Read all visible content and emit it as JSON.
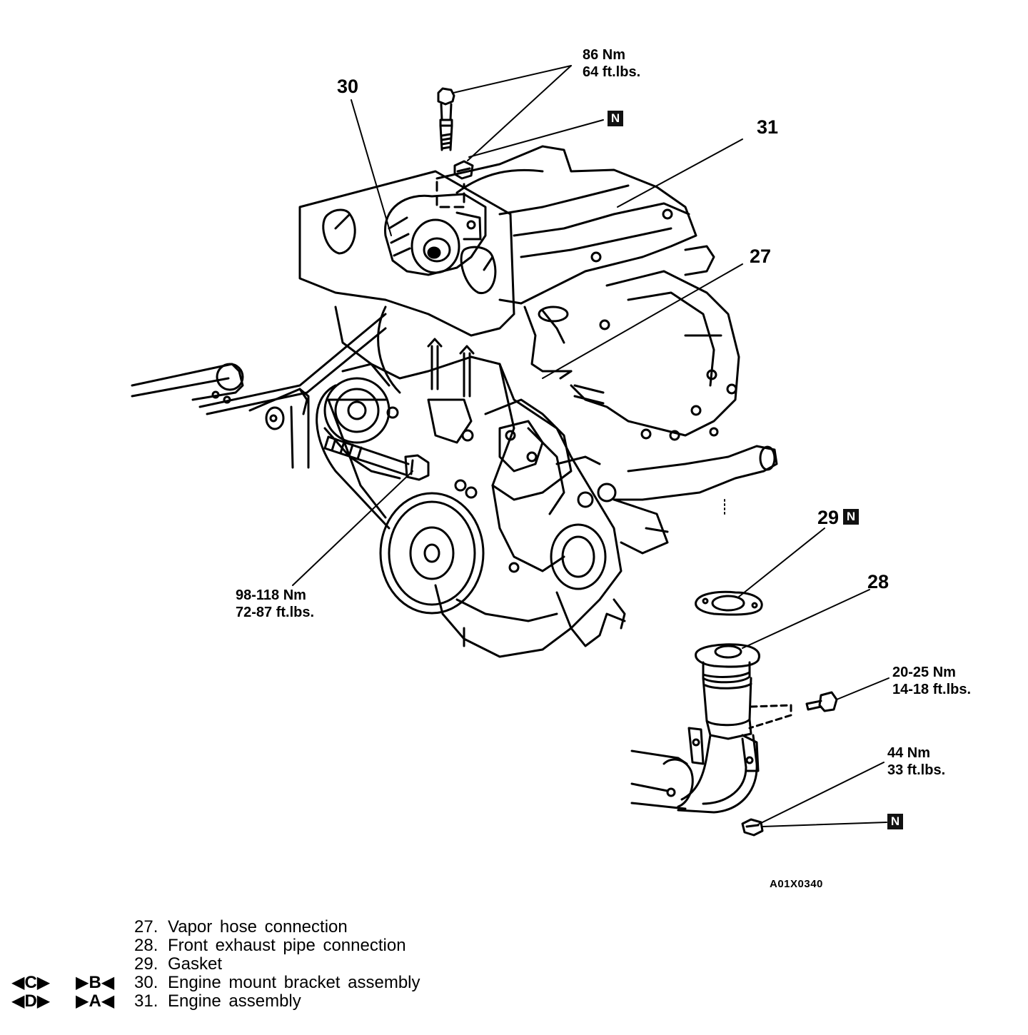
{
  "callouts": {
    "c27": "27",
    "c28": "28",
    "c29": "29",
    "c30": "30",
    "c31": "31"
  },
  "torques": {
    "mount_bolt": [
      "86 Nm",
      "64 ft.lbs."
    ],
    "through_bolt": [
      "98-118 Nm",
      "72-87 ft.lbs."
    ],
    "pipe_bolt": [
      "20-25 Nm",
      "14-18 ft.lbs."
    ],
    "pipe_nut": [
      "44 Nm",
      "33 ft.lbs."
    ]
  },
  "new_part_marker": "N",
  "figure_code": "A01X0340",
  "legend": [
    {
      "mark1": "",
      "mark2": "",
      "number": "27.",
      "text": "Vapor hose connection"
    },
    {
      "mark1": "",
      "mark2": "",
      "number": "28.",
      "text": "Front exhaust pipe connection"
    },
    {
      "mark1": "",
      "mark2": "",
      "number": "29.",
      "text": "Gasket"
    },
    {
      "mark1": "◀C▶",
      "mark2": "▶B◀",
      "number": "30.",
      "text": "Engine mount bracket assembly"
    },
    {
      "mark1": "◀D▶",
      "mark2": "▶A◀",
      "number": "31.",
      "text": "Engine assembly"
    }
  ],
  "icons": [
    "new-part-box",
    "engine-illustration",
    "bolt-icon",
    "exhaust-pipe-illustration",
    "gasket-illustration"
  ]
}
